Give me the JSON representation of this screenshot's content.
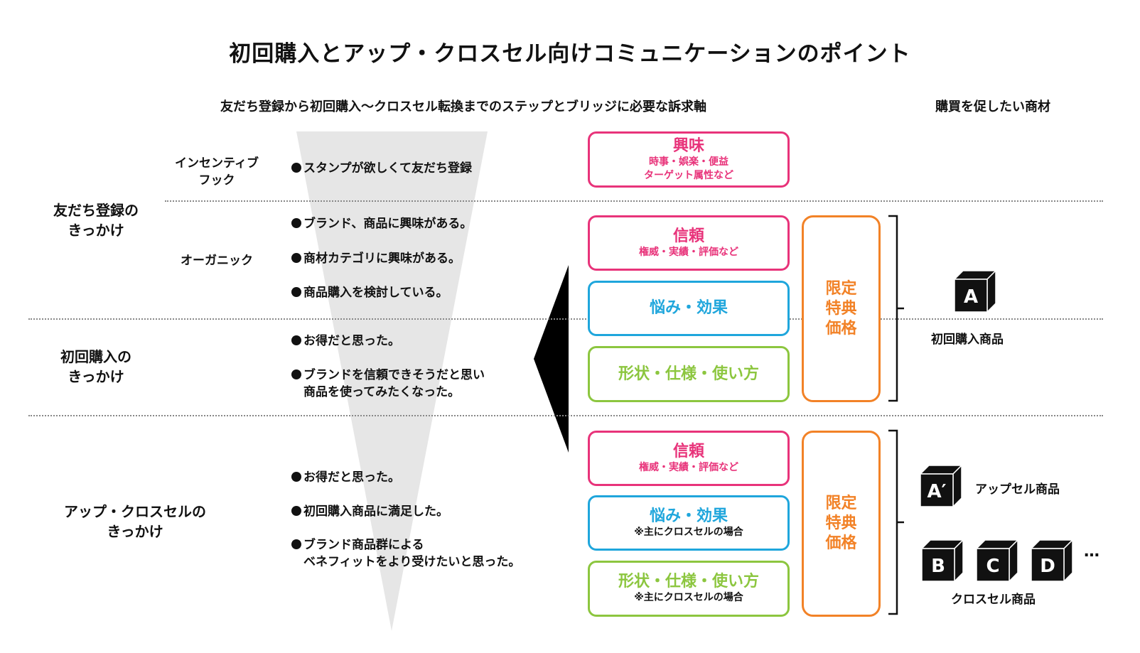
{
  "title": "初回購入とアップ・クロスセル向けコミュニケーションのポイント",
  "header_left": "友だち登録から初回購入～クロスセル転換までのステップとブリッジに必要な訴求軸",
  "header_right": "購買を促したい商材",
  "sections": {
    "friend": {
      "label_l1": "友だち登録の",
      "label_l2": "きっかけ",
      "incentive_l1": "インセンティブ",
      "incentive_l2": "フック",
      "incentive_bullet": "スタンプが欲しくて友だち登録",
      "organic": "オーガニック",
      "organic_bullets": [
        "ブランド、商品に興味がある。",
        "商材カテゴリに興味がある。",
        "商品購入を検討している。"
      ]
    },
    "first": {
      "label_l1": "初回購入の",
      "label_l2": "きっかけ",
      "bullet1": "お得だと思った。",
      "bullet2_l1": "ブランドを信頼できそうだと思い",
      "bullet2_l2": "商品を使ってみたくなった。"
    },
    "cross": {
      "label_l1": "アップ・クロスセルの",
      "label_l2": "きっかけ",
      "bullet1": "お得だと思った。",
      "bullet2": "初回購入商品に満足した。",
      "bullet3_l1": "ブランド商品群による",
      "bullet3_l2": "ベネフィットをより受けたいと思った。"
    }
  },
  "boxes": {
    "interest": {
      "main": "興味",
      "sub_l1": "時事・娯楽・便益",
      "sub_l2": "ターゲット属性など"
    },
    "trust1": {
      "main": "信頼",
      "sub": "権威・実績・評価など"
    },
    "worry1": {
      "main": "悩み・効果"
    },
    "shape1": {
      "main": "形状・仕様・使い方"
    },
    "trust2": {
      "main": "信頼",
      "sub": "権威・実績・評価など"
    },
    "worry2": {
      "main": "悩み・効果",
      "note": "※主にクロスセルの場合"
    },
    "shape2": {
      "main": "形状・仕様・使い方",
      "note": "※主にクロスセルの場合"
    },
    "limited1": {
      "l1": "限定",
      "l2": "特典",
      "l3": "価格"
    },
    "limited2": {
      "l1": "限定",
      "l2": "特典",
      "l3": "価格"
    }
  },
  "products": {
    "first_letter": "A",
    "first_label": "初回購入商品",
    "upsell_letter": "A′",
    "upsell_label": "アップセル商品",
    "cross_letters": [
      "B",
      "C",
      "D"
    ],
    "cross_ellipsis": "…",
    "cross_label": "クロスセル商品"
  },
  "colors": {
    "pink": "#e8337a",
    "blue": "#1fa6dc",
    "green": "#8cc63f",
    "orange": "#f28227",
    "funnel": "#e6e6e6"
  }
}
